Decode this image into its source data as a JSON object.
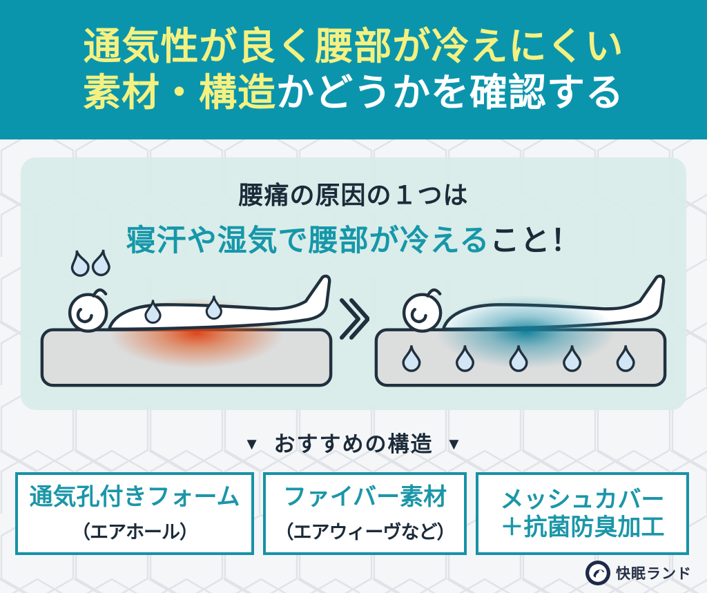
{
  "header": {
    "line1": "通気性が良く腰部が冷えにくい",
    "line2_highlight": "素材・構造",
    "line2_rest": "かどうかを確認する"
  },
  "panel": {
    "cause_line1": "腰痛の原因の１つは",
    "cause_highlight": "寝汗や湿気で腰部が冷える",
    "cause_rest": "こと！"
  },
  "recommendation": {
    "arrow": "▼",
    "label": "おすすめの構造"
  },
  "cards": [
    {
      "title": "通気孔付きフォーム",
      "subtitle": "（エアホール）"
    },
    {
      "title": "ファイバー素材",
      "subtitle": "（エアウィーヴなど）"
    },
    {
      "title_line1": "メッシュカバー",
      "title_line2": "＋抗菌防臭加工"
    }
  ],
  "footer": {
    "brand": "快眠ランド"
  },
  "icons": {
    "sweat_drop": "sweat-drop-icon",
    "water_drop": "water-drop-icon",
    "double_chevron": "double-chevron-right-icon",
    "down_triangle": "down-triangle-icon",
    "logo_badge": "sleep-logo-badge-icon"
  },
  "colors": {
    "header_bg": "#0B95AC",
    "highlight_yellow": "#F5F180",
    "text_white": "#FFFFFF",
    "text_dark": "#1C2B39",
    "teal_text": "#1B96A8",
    "card_border": "#1792A6",
    "panel_bg": "#D8ECE9",
    "mattress_gray": "#DCDDDD",
    "heat_red": "#DD3B0F",
    "cool_teal": "#0C7D99",
    "drop_fill": "#D3E6F6"
  }
}
